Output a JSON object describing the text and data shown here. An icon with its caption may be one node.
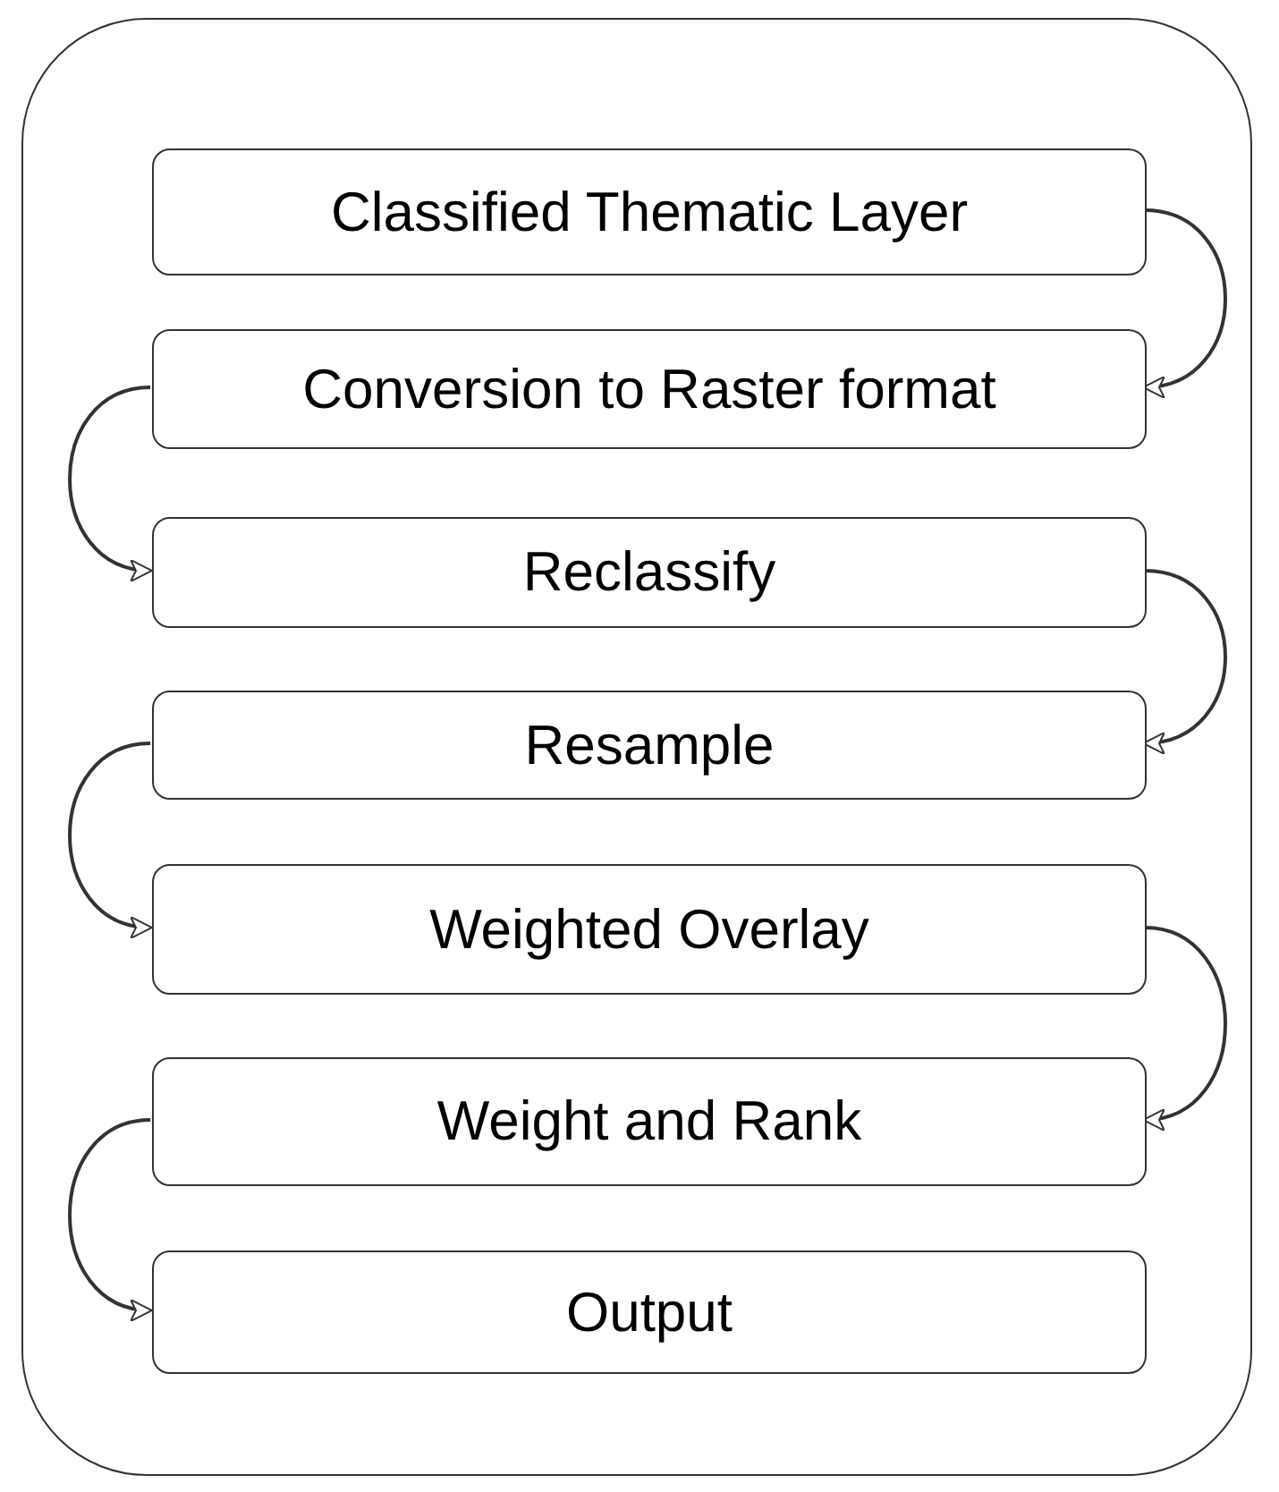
{
  "diagram": {
    "nodes": [
      {
        "text": [],
        "shape": "box"
      },
      {
        "text": [
          "Classified Thematic Layer"
        ],
        "in": 0
      },
      {
        "text": [
          "Conversion to Raster format"
        ],
        "in": 0
      },
      {
        "text": [
          "Reclassify"
        ],
        "in": 0
      },
      {
        "text": [
          "Resample"
        ],
        "in": 0
      },
      {
        "text": [
          "Weighted Overlay"
        ],
        "in": 0
      },
      {
        "text": [
          "Weight and Rank"
        ],
        "in": 0
      },
      {
        "text": [
          "Output"
        ],
        "in": 0
      }
    ],
    "edges": [
      {
        "from": 1,
        "to": 2,
        "arrow": "to"
      },
      {
        "from": 2,
        "to": 3,
        "arrow": "to"
      },
      {
        "from": 3,
        "to": 4,
        "arrow": "to"
      },
      {
        "from": 4,
        "to": 5,
        "arrow": "to"
      },
      {
        "from": 5,
        "to": 6,
        "arrow": "to"
      },
      {
        "from": 6,
        "to": 7,
        "arrow": "to"
      }
    ]
  }
}
